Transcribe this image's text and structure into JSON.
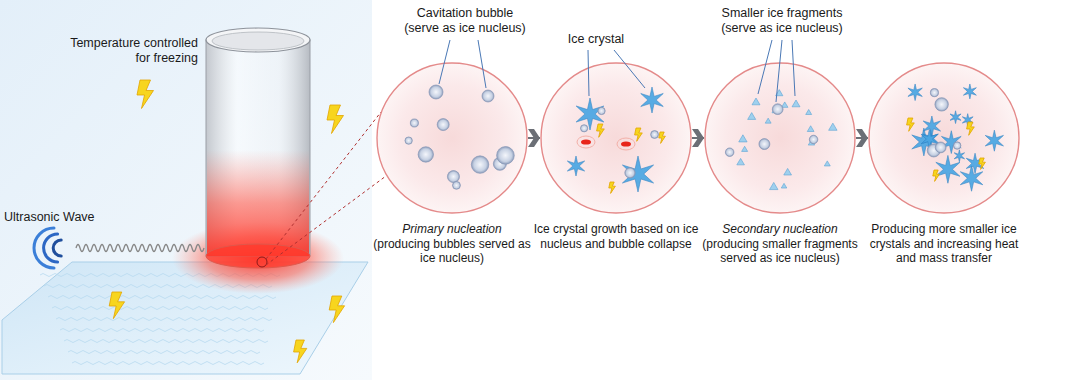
{
  "diagram": {
    "nodes": [
      {
        "text": [
          "Primary nucleation",
          "(producing bubbles served as ice nucleus)"
        ]
      },
      {
        "text": [
          "Ice crystal growth based on ice nucleus and bubble collapse"
        ]
      },
      {
        "text": [
          "Secondary nucleation",
          "(producing smaller fragments served as ice nucleus)"
        ]
      },
      {
        "text": [
          "Producing more smaller ice crystals and increasing heat and mass transfer"
        ]
      }
    ],
    "edges": [
      {
        "from": 0,
        "to": 1,
        "arrow": "to"
      },
      {
        "from": 1,
        "to": 2,
        "arrow": "to"
      },
      {
        "from": 2,
        "to": 3,
        "arrow": "to"
      }
    ],
    "labels": [
      "Temperature controlled for freezing",
      "Ultrasonic Wave",
      "Cavitation bubble (serve as ice nucleus)",
      "Ice crystal",
      "Smaller ice fragments (serve as ice nucleus)"
    ]
  }
}
